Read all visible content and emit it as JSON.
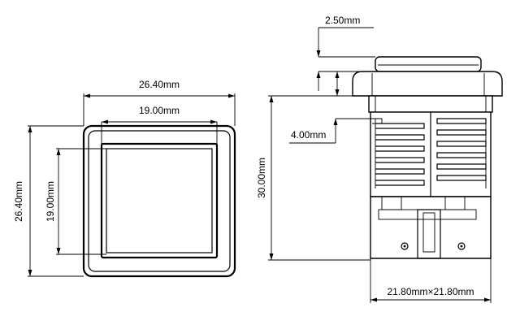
{
  "dimensions": {
    "front_outer_width": "26.40mm",
    "front_inner_width": "19.00mm",
    "front_outer_height": "26.40mm",
    "front_inner_height": "19.00mm",
    "side_cap_height": "2.50mm",
    "side_rib_height": "4.00mm",
    "side_total_height": "30.00mm",
    "side_base_size": "21.80mm×21.80mm"
  }
}
